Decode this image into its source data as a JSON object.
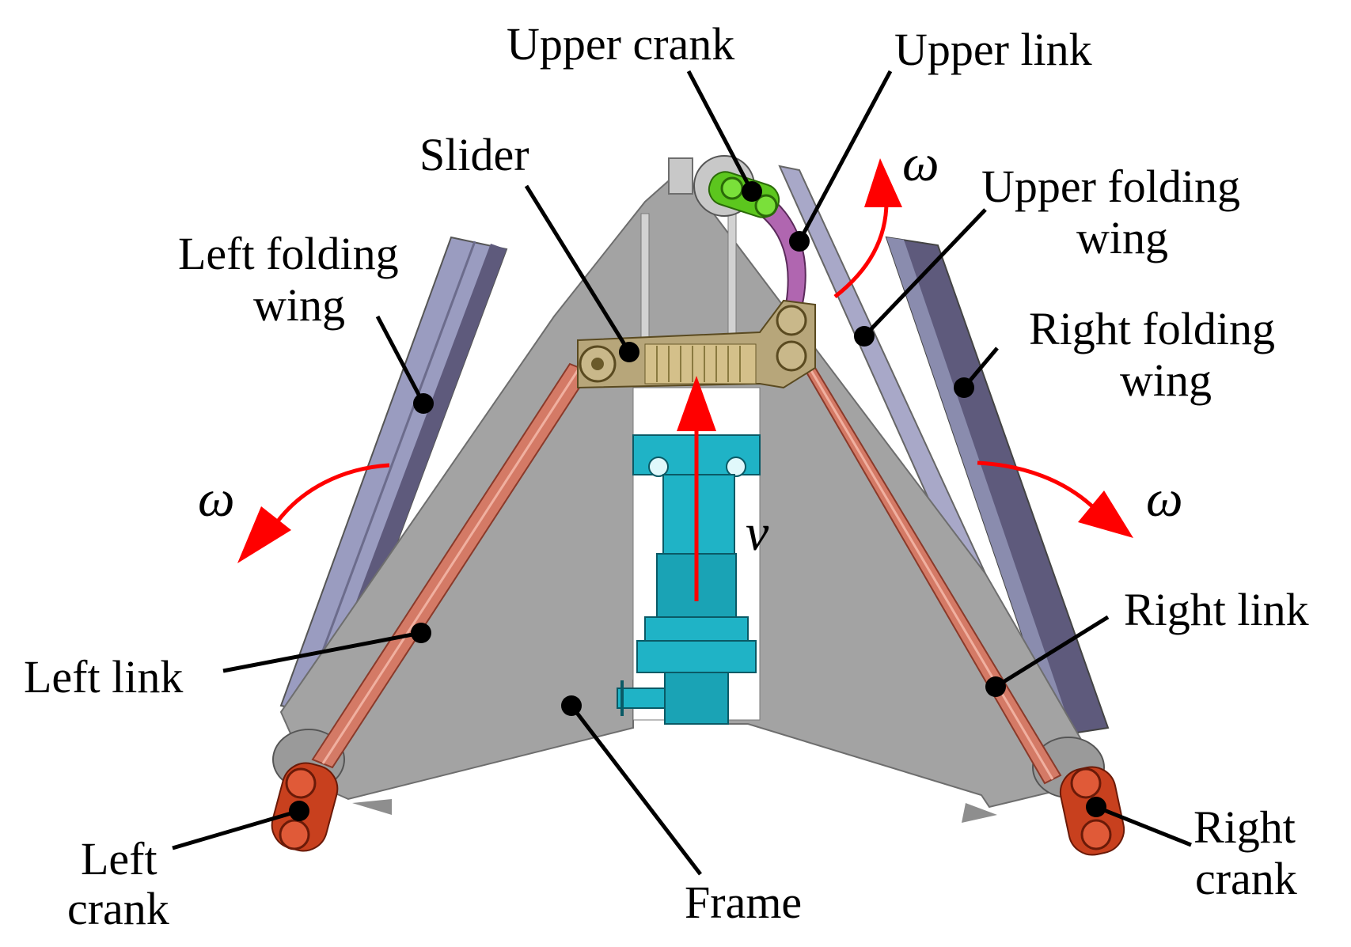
{
  "labels": {
    "upper_crank": "Upper crank",
    "upper_link": "Upper link",
    "slider": "Slider",
    "upper_folding_wing_1": "Upper folding",
    "upper_folding_wing_2": "wing",
    "left_folding_wing_1": "Left folding",
    "left_folding_wing_2": "wing",
    "right_folding_wing_1": "Right folding",
    "right_folding_wing_2": "wing",
    "left_link": "Left link",
    "right_link": "Right link",
    "left_crank_1": "Left",
    "left_crank_2": "crank",
    "right_crank_1": "Right",
    "right_crank_2": "crank",
    "frame": "Frame"
  },
  "symbols": {
    "omega": "ω",
    "velocity": "v"
  },
  "colors": {
    "frame": "#a3a3a3",
    "wing": "#9a9cc0",
    "wing_dark": "#5e5a7c",
    "link": "#d47a66",
    "crank": "#c8401e",
    "slider": "#b7a67a",
    "upper_crank": "#5cc61e",
    "upper_link": "#b066b0",
    "actuator": "#1fb3c6",
    "arrow": "#ff0000"
  }
}
